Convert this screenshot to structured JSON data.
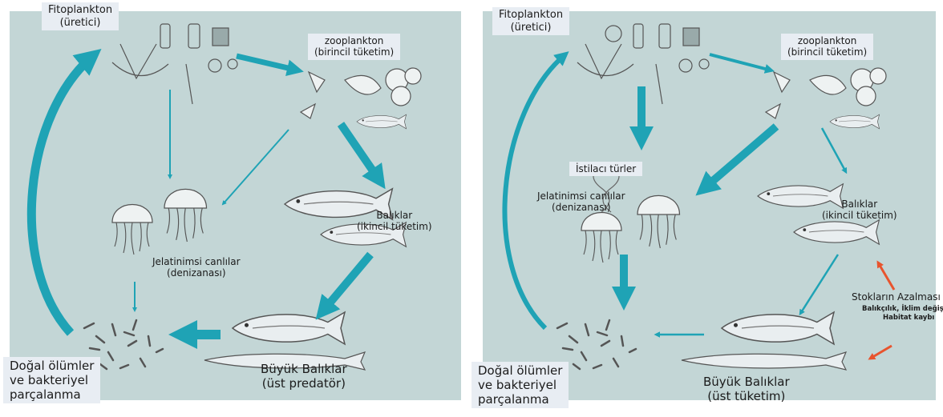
{
  "left_panel": {
    "producer": [
      "Fitoplankton",
      "(üretici)"
    ],
    "zooplankton": [
      "zooplankton",
      "(birincil tüketim)"
    ],
    "fish": [
      "Balıklar",
      "(ikincil tüketim)"
    ],
    "jelly": [
      "Jelatinimsi canlılar",
      "(denizanası)"
    ],
    "big_fish": [
      "Büyük Balıklar",
      "(üst predatör)"
    ],
    "decomposition": [
      "Doğal ölümler",
      "ve bakteriyel",
      "parçalanma"
    ]
  },
  "right_panel": {
    "producer": [
      "Fitoplankton",
      "(üretici)"
    ],
    "zooplankton": [
      "zooplankton",
      "(birincil tüketim)"
    ],
    "invasive": "İstilacı türler",
    "jelly": [
      "Jelatinimsi canlılar",
      "(denizanası)"
    ],
    "fish": [
      "Balıklar",
      "(ikincil tüketim)"
    ],
    "stock_decline": "Stokların Azalması",
    "causes": [
      "Balıkçılık, İklim değişimi",
      "Habitat kaybı"
    ],
    "big_fish": [
      "Büyük Balıklar",
      "(üst tüketim)"
    ],
    "decomposition": [
      "Doğal ölümler",
      "ve bakteriyel",
      "parçalanma"
    ]
  },
  "colors": {
    "panel_bg": "#c3d6d6",
    "arrow": "#1fa3b5",
    "warning_arrow": "#e8542e",
    "label_box": "#e8edf3"
  },
  "icons": [
    "phytoplankton-icon",
    "zooplankton-icon",
    "jellyfish-icon",
    "fish-icon",
    "detritus-icon"
  ]
}
